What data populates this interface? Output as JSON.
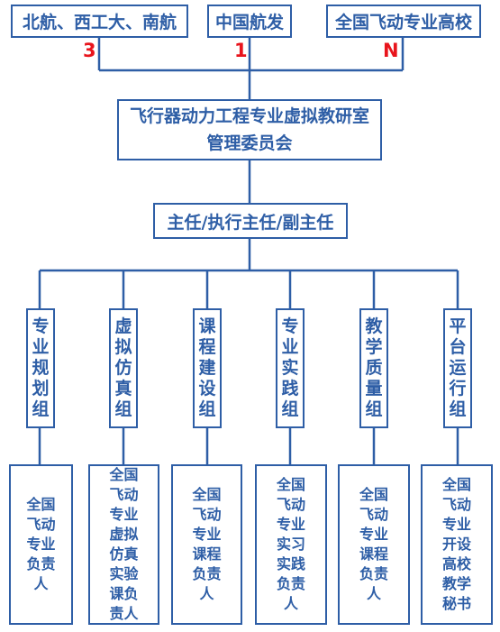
{
  "top_units": [
    {
      "label": "北航、西工大、南航",
      "count": "3"
    },
    {
      "label": "中国航发",
      "count": "1"
    },
    {
      "label": "全国飞动专业高校",
      "count": "N"
    }
  ],
  "council": {
    "line1": "飞行器动力工程专业虚拟教研室",
    "line2": "管理委员会"
  },
  "chair": "主任/执行主任/副主任",
  "groups": [
    {
      "name": "专业规划组",
      "responsible": "全国飞动专业负责人"
    },
    {
      "name": "虚拟仿真组",
      "responsible": "全国飞动专业虚拟仿真实验课负责人"
    },
    {
      "name": "课程建设组",
      "responsible": "全国飞动专业课程负责人"
    },
    {
      "name": "专业实践组",
      "responsible": "全国飞动专业实习实践负责人"
    },
    {
      "name": "教学质量组",
      "responsible": "全国飞动专业课程负责人"
    },
    {
      "name": "平台运行组",
      "responsible": "全国飞动专业开设高校教学秘书"
    }
  ],
  "colors": {
    "line": "#2e5ea6",
    "text": "#2e5ea6",
    "count": "#e8141c"
  }
}
